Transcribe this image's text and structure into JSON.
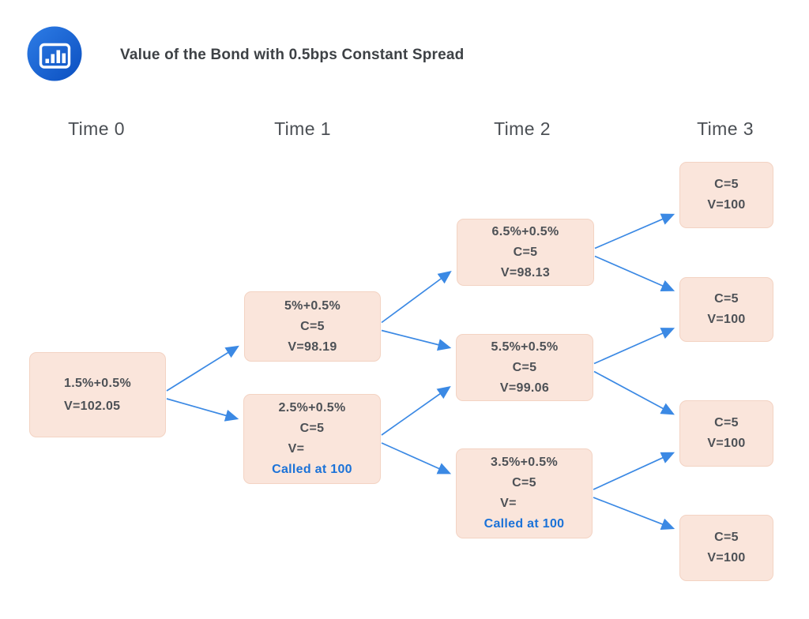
{
  "header": {
    "title": "Value of the Bond with 0.5bps Constant Spread",
    "logo_icon": "bar-chart-icon"
  },
  "columns": [
    {
      "label": "Time 0"
    },
    {
      "label": "Time 1"
    },
    {
      "label": "Time 2"
    },
    {
      "label": "Time 3"
    }
  ],
  "nodes": [
    {
      "id": "n0",
      "column": "Time 0",
      "lines": [
        "1.5%+0.5%",
        "V=102.05"
      ]
    },
    {
      "id": "n1u",
      "column": "Time 1",
      "lines": [
        "5%+0.5%",
        "C=5",
        "V=98.19"
      ]
    },
    {
      "id": "n1d",
      "column": "Time 1",
      "lines": [
        "2.5%+0.5%",
        "C=5",
        "V=",
        "Called at 100"
      ]
    },
    {
      "id": "n2u",
      "column": "Time 2",
      "lines": [
        "6.5%+0.5%",
        "C=5",
        "V=98.13"
      ]
    },
    {
      "id": "n2m",
      "column": "Time 2",
      "lines": [
        "5.5%+0.5%",
        "C=5",
        "V=99.06"
      ]
    },
    {
      "id": "n2d",
      "column": "Time 2",
      "lines": [
        "3.5%+0.5%",
        "C=5",
        "V=",
        "Called at 100"
      ]
    },
    {
      "id": "n3a",
      "column": "Time 3",
      "lines": [
        "C=5",
        "V=100"
      ]
    },
    {
      "id": "n3b",
      "column": "Time 3",
      "lines": [
        "C=5",
        "V=100"
      ]
    },
    {
      "id": "n3c",
      "column": "Time 3",
      "lines": [
        "C=5",
        "V=100"
      ]
    },
    {
      "id": "n3d",
      "column": "Time 3",
      "lines": [
        "C=5",
        "V=100"
      ]
    }
  ],
  "edges": [
    {
      "from": "n0",
      "to": "n1u"
    },
    {
      "from": "n0",
      "to": "n1d"
    },
    {
      "from": "n1u",
      "to": "n2u"
    },
    {
      "from": "n1u",
      "to": "n2m"
    },
    {
      "from": "n1d",
      "to": "n2m"
    },
    {
      "from": "n1d",
      "to": "n2d"
    },
    {
      "from": "n2u",
      "to": "n3a"
    },
    {
      "from": "n2u",
      "to": "n3b"
    },
    {
      "from": "n2m",
      "to": "n3b"
    },
    {
      "from": "n2m",
      "to": "n3c"
    },
    {
      "from": "n2d",
      "to": "n3c"
    },
    {
      "from": "n2d",
      "to": "n3d"
    }
  ],
  "colors": {
    "arrow": "#3b89e4",
    "called_text": "#1b72d8",
    "node_fill": "#fae5db",
    "node_border": "#f3d3c3",
    "logo_gradient_start": "#2e7de6",
    "logo_gradient_end": "#0b4fc0"
  }
}
